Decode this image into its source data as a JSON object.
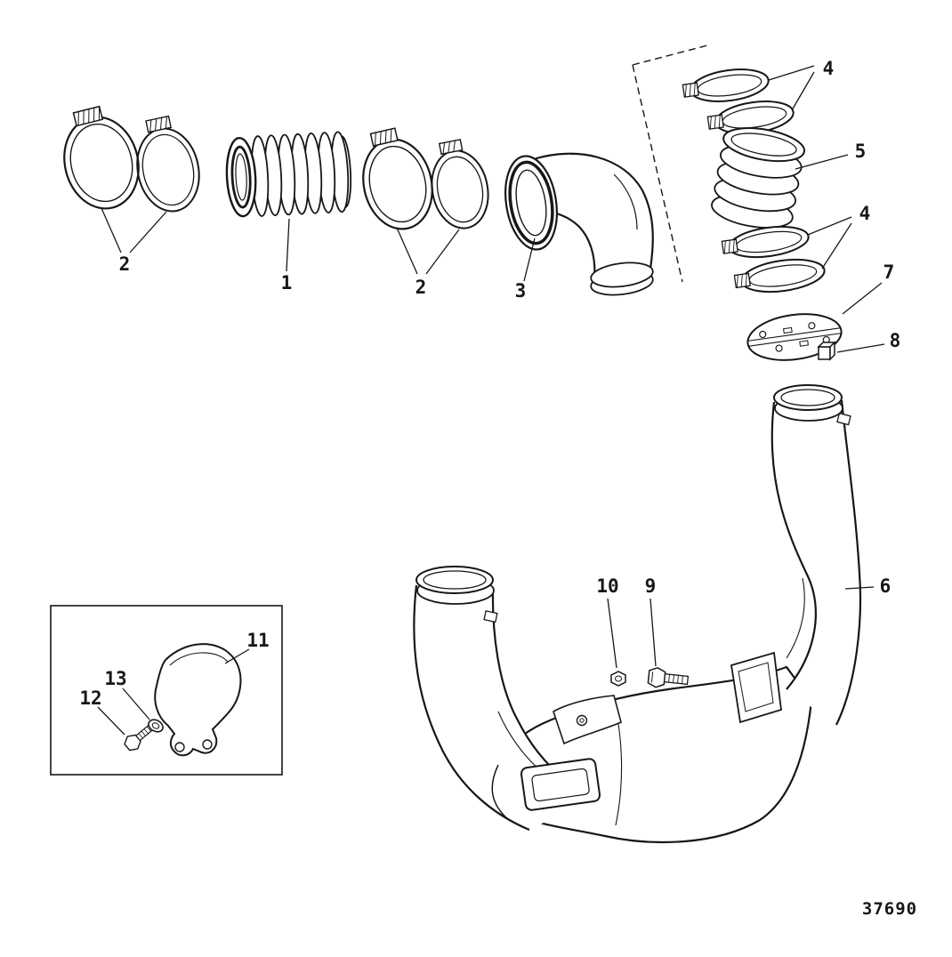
{
  "figure": {
    "number": "37690",
    "callouts": {
      "bellows_main": "1",
      "clamps_left": "2",
      "clamps_mid": "2",
      "elbow": "3",
      "clamps_upper": "4",
      "clamps_lower": "4",
      "bellows_upper": "5",
      "y_pipe": "6",
      "plate": "7",
      "block": "8",
      "bolt": "9",
      "nut": "10",
      "bracket": "11",
      "bracket_bolt": "12",
      "washer": "13"
    }
  }
}
